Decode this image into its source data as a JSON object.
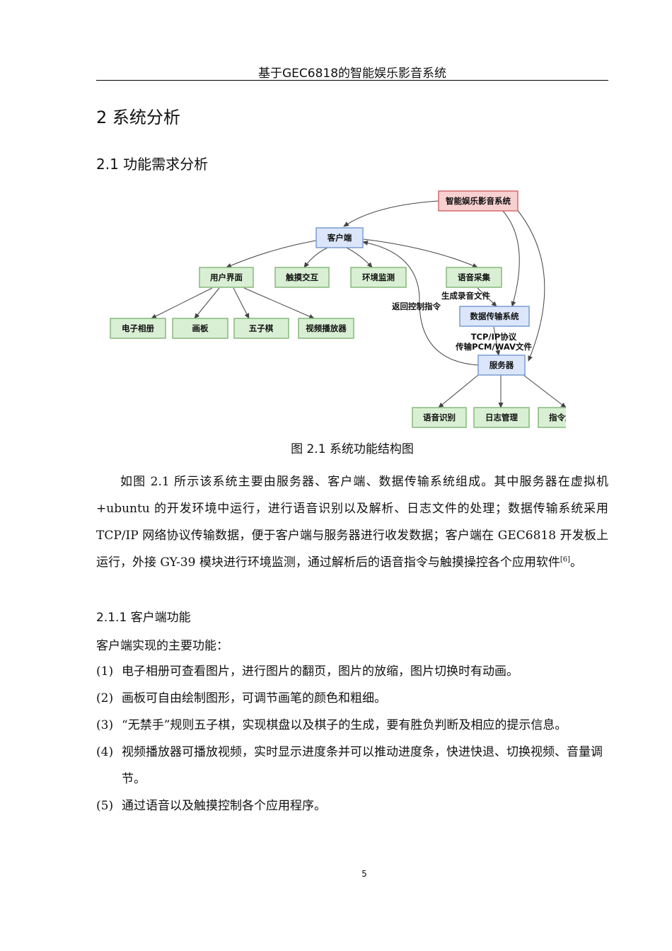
{
  "header": {
    "title": "基于GEC6818的智能娱乐影音系统"
  },
  "section": {
    "title": "2 系统分析"
  },
  "subsection": {
    "title": "2.1 功能需求分析"
  },
  "diagram": {
    "nodes": {
      "root": "智能娱乐影音系统",
      "client": "客户端",
      "ui": "用户界面",
      "touch": "触摸交互",
      "env": "环境监测",
      "voice": "语音采集",
      "album": "电子相册",
      "board": "画板",
      "gomoku": "五子棋",
      "player": "视频播放器",
      "transfer": "数据传输系统",
      "server": "服务器",
      "asr": "语音识别",
      "log": "日志管理",
      "parse": "指令解析"
    },
    "labels": {
      "record": "生成录音文件",
      "return": "返回控制指令",
      "proto": "TCP/IP协议",
      "transfer_files": "传输PCM/WAV文件"
    },
    "colors": {
      "root_fill": "#f8d0d0",
      "root_border": "#d46a6a",
      "client_fill": "#dbe6fa",
      "client_border": "#7a9cd3",
      "leaf_fill": "#d9efd4",
      "leaf_border": "#86b97c",
      "edge": "#444444"
    }
  },
  "figure": {
    "caption": "图 2.1 系统功能结构图"
  },
  "body": {
    "paragraph": "如图 2.1 所示该系统主要由服务器、客户端、数据传输系统组成。其中服务器在虚拟机+ubuntu 的开发环境中运行，进行语音识别以及解析、日志文件的处理；数据传输系统采用 TCP/IP 网络协议传输数据，便于客户端与服务器进行收发数据；客户端在 GEC6818 开发板上运行，外接 GY-39 模块进行环境监测，通过解析后的语音指令与触摸操控各个应用软件",
    "citation": "[6]",
    "paragraph_end": "。"
  },
  "subsubsection": {
    "title": "2.1.1 客户端功能"
  },
  "intro": "客户端实现的主要功能：",
  "list": [
    {
      "num": "(1)",
      "text": "电子相册可查看图片，进行图片的翻页，图片的放缩，图片切换时有动画。"
    },
    {
      "num": "(2)",
      "text": "画板可自由绘制图形，可调节画笔的颜色和粗细。"
    },
    {
      "num": "(3)",
      "text": "“无禁手”规则五子棋，实现棋盘以及棋子的生成，要有胜负判断及相应的提示信息。"
    },
    {
      "num": "(4)",
      "text": "视频播放器可播放视频，实时显示进度条并可以推动进度条，快进快退、切换视频、音量调节。"
    },
    {
      "num": "(5)",
      "text": "通过语音以及触摸控制各个应用程序。"
    }
  ],
  "footer": {
    "page_number": "5"
  }
}
